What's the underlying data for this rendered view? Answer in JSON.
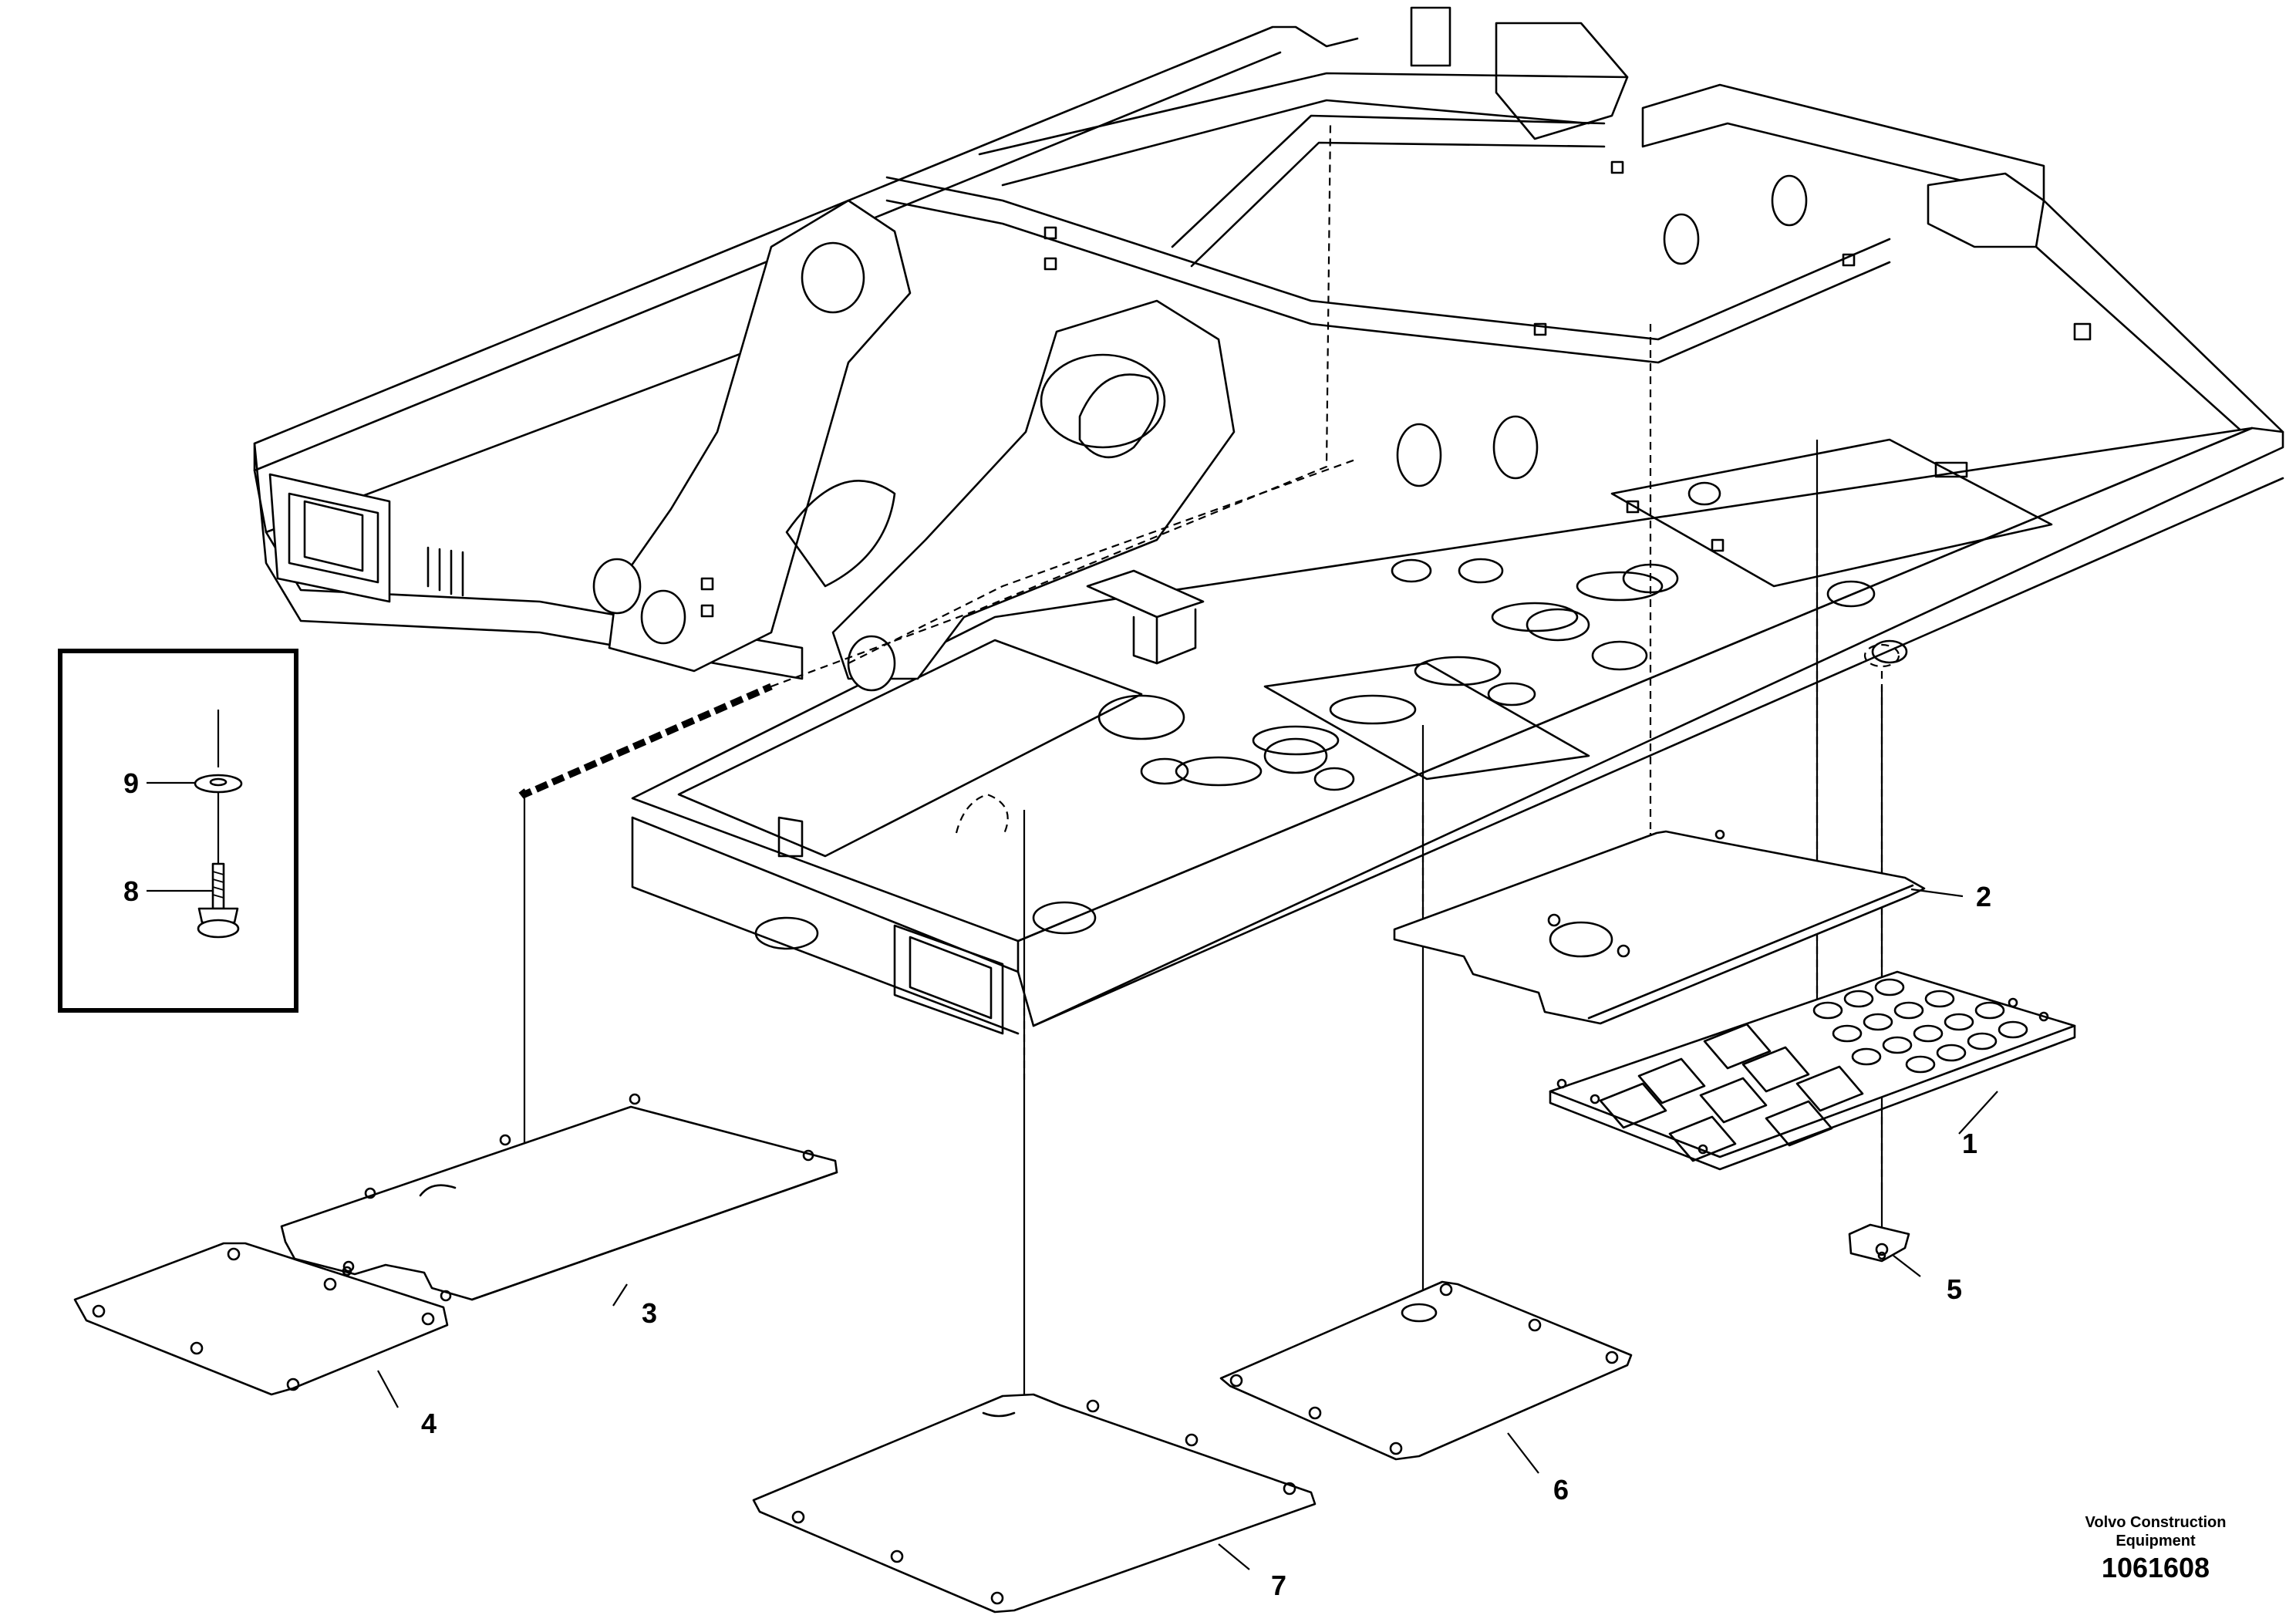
{
  "callouts": {
    "c1": "1",
    "c2": "2",
    "c3": "3",
    "c4": "4",
    "c5": "5",
    "c6": "6",
    "c7": "7",
    "c8": "8",
    "c9": "9"
  },
  "footer": {
    "brand": "Volvo Construction Equipment",
    "drawing_number": "1061608"
  }
}
